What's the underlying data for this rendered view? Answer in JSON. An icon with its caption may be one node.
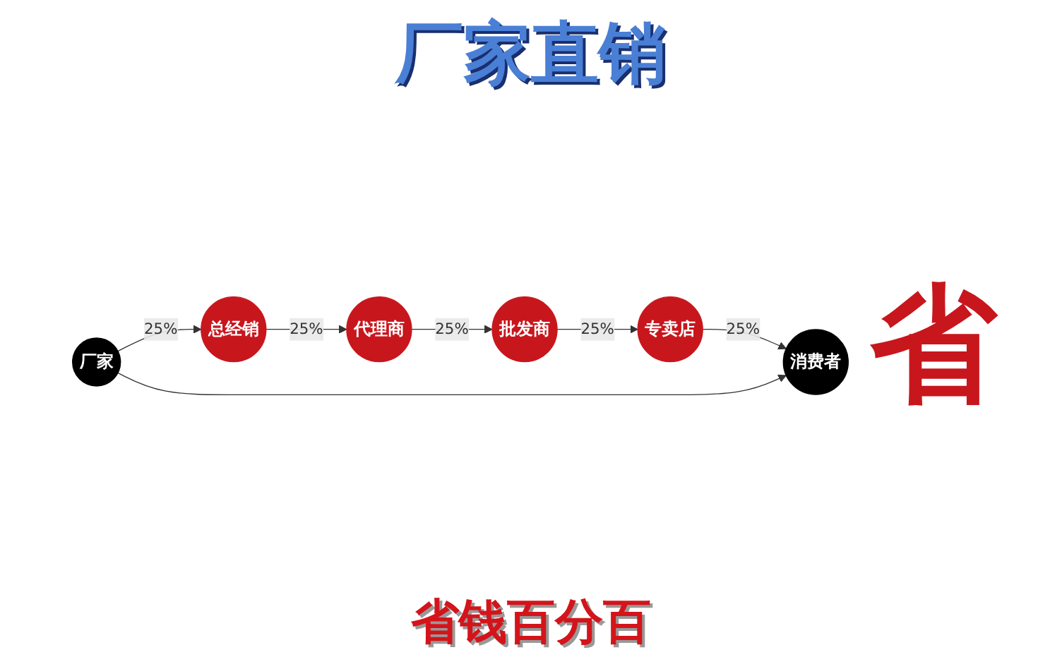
{
  "diagram": {
    "title": "厂家直销",
    "nodes": [
      {
        "text": [
          "厂家"
        ]
      },
      {
        "text": [
          "总经销"
        ]
      },
      {
        "text": [
          "代理商"
        ]
      },
      {
        "text": [
          "批发商"
        ]
      },
      {
        "text": [
          "专卖店"
        ]
      },
      {
        "text": [
          "消费者"
        ]
      }
    ],
    "edges": [
      {
        "from": 0,
        "to": 1,
        "arrow": "to",
        "label": "25%"
      },
      {
        "from": 1,
        "to": 2,
        "arrow": "to",
        "label": "25%"
      },
      {
        "from": 2,
        "to": 3,
        "arrow": "to",
        "label": "25%"
      },
      {
        "from": 3,
        "to": 4,
        "arrow": "to",
        "label": "25%"
      },
      {
        "from": 4,
        "to": 5,
        "arrow": "to",
        "label": "25%"
      },
      {
        "from": 0,
        "to": 5,
        "arrow": "to"
      }
    ],
    "labels": [
      "省",
      "省钱百分百"
    ]
  }
}
